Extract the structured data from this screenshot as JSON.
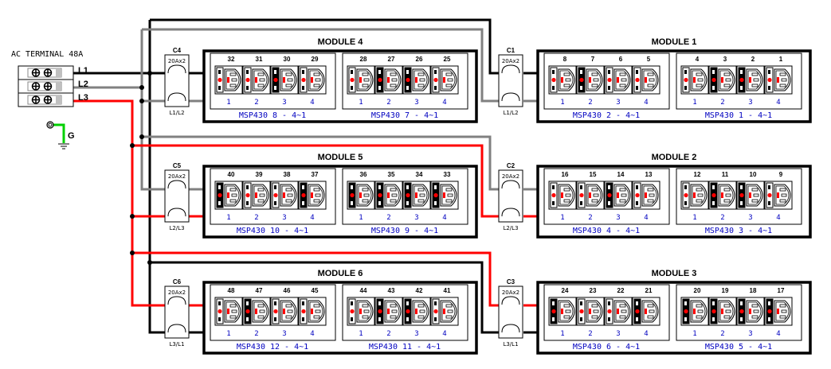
{
  "terminal": {
    "title": "AC TERMINAL 48A",
    "lines": [
      {
        "label": "L1",
        "color": "#000000"
      },
      {
        "label": "L2",
        "color": "#808080"
      },
      {
        "label": "L3",
        "color": "#ff0000"
      }
    ],
    "ground_label": "G",
    "ground_color": "#00d000"
  },
  "colors": {
    "L1": "#000000",
    "L2": "#808080",
    "L3": "#ff0000",
    "frame": "#000000",
    "pdu_label": "#0000c0",
    "indicator": "#ff0000"
  },
  "modules": [
    {
      "title": "MODULE 4",
      "breaker": {
        "name": "C4",
        "rating": "20Ax2",
        "phases": "L1/L2",
        "top_line": "L1",
        "bottom_line": "L2"
      },
      "pdus": [
        {
          "label": "MSP430 8 - 4~1",
          "outlet_numbers": [
            "32",
            "31",
            "30",
            "29"
          ],
          "port_labels": [
            "1",
            "2",
            "3",
            "4"
          ]
        },
        {
          "label": "MSP430 7 - 4~1",
          "outlet_numbers": [
            "28",
            "27",
            "26",
            "25"
          ],
          "port_labels": [
            "1",
            "2",
            "3",
            "4"
          ]
        }
      ]
    },
    {
      "title": "MODULE 1",
      "breaker": {
        "name": "C1",
        "rating": "20Ax2",
        "phases": "L1/L2",
        "top_line": "L1",
        "bottom_line": "L2"
      },
      "pdus": [
        {
          "label": "MSP430 2 - 4~1",
          "outlet_numbers": [
            "8",
            "7",
            "6",
            "5"
          ],
          "port_labels": [
            "1",
            "2",
            "3",
            "4"
          ]
        },
        {
          "label": "MSP430 1 - 4~1",
          "outlet_numbers": [
            "4",
            "3",
            "2",
            "1"
          ],
          "port_labels": [
            "1",
            "2",
            "3",
            "4"
          ]
        }
      ]
    },
    {
      "title": "MODULE 5",
      "breaker": {
        "name": "C5",
        "rating": "20Ax2",
        "phases": "L2/L3",
        "top_line": "L2",
        "bottom_line": "L3"
      },
      "pdus": [
        {
          "label": "MSP430 10 - 4~1",
          "outlet_numbers": [
            "40",
            "39",
            "38",
            "37"
          ],
          "port_labels": [
            "1",
            "2",
            "3",
            "4"
          ]
        },
        {
          "label": "MSP430 9 - 4~1",
          "outlet_numbers": [
            "36",
            "35",
            "34",
            "33"
          ],
          "port_labels": [
            "1",
            "2",
            "3",
            "4"
          ]
        }
      ]
    },
    {
      "title": "MODULE 2",
      "breaker": {
        "name": "C2",
        "rating": "20Ax2",
        "phases": "L2/L3",
        "top_line": "L2",
        "bottom_line": "L3"
      },
      "pdus": [
        {
          "label": "MSP430 4 - 4~1",
          "outlet_numbers": [
            "16",
            "15",
            "14",
            "13"
          ],
          "port_labels": [
            "1",
            "2",
            "3",
            "4"
          ]
        },
        {
          "label": "MSP430 3 - 4~1",
          "outlet_numbers": [
            "12",
            "11",
            "10",
            "9"
          ],
          "port_labels": [
            "1",
            "2",
            "3",
            "4"
          ]
        }
      ]
    },
    {
      "title": "MODULE 6",
      "breaker": {
        "name": "C6",
        "rating": "20Ax2",
        "phases": "L3/L1",
        "top_line": "L3",
        "bottom_line": "L1"
      },
      "pdus": [
        {
          "label": "MSP430 12 - 4~1",
          "outlet_numbers": [
            "48",
            "47",
            "46",
            "45"
          ],
          "port_labels": [
            "1",
            "2",
            "3",
            "4"
          ]
        },
        {
          "label": "MSP430 11 - 4~1",
          "outlet_numbers": [
            "44",
            "43",
            "42",
            "41"
          ],
          "port_labels": [
            "1",
            "2",
            "3",
            "4"
          ]
        }
      ]
    },
    {
      "title": "MODULE 3",
      "breaker": {
        "name": "C3",
        "rating": "20Ax2",
        "phases": "L3/L1",
        "top_line": "L3",
        "bottom_line": "L1"
      },
      "pdus": [
        {
          "label": "MSP430 6 - 4~1",
          "outlet_numbers": [
            "24",
            "23",
            "22",
            "21"
          ],
          "port_labels": [
            "1",
            "2",
            "3",
            "4"
          ]
        },
        {
          "label": "MSP430 5 - 4~1",
          "outlet_numbers": [
            "20",
            "19",
            "18",
            "17"
          ],
          "port_labels": [
            "1",
            "2",
            "3",
            "4"
          ]
        }
      ]
    }
  ]
}
